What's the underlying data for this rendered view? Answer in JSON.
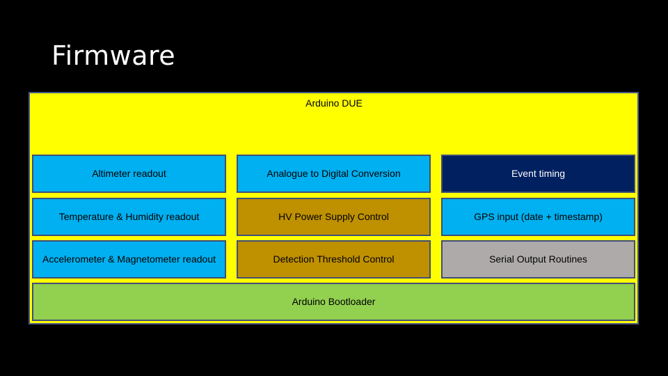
{
  "slide": {
    "title": "Firmware"
  },
  "diagram": {
    "container_label": "Arduino DUE",
    "blocks": {
      "altimeter": "Altimeter readout",
      "adc": "Analogue to Digital Conversion",
      "event_timing": "Event timing",
      "temp_humidity": "Temperature & Humidity readout",
      "hv_power": "HV Power Supply Control",
      "gps": "GPS input (date + timestamp)",
      "accel_mag": "Accelerometer & Magnetometer readout",
      "threshold": "Detection Threshold Control",
      "serial": "Serial Output Routines",
      "bootloader": "Arduino Bootloader"
    },
    "colors": {
      "background": "#000000",
      "container": "#ffff00",
      "light_blue": "#00b0f0",
      "dark_blue": "#002060",
      "dark_gold": "#bf9000",
      "grey": "#aeaaaa",
      "green": "#92d050",
      "border": "#404e78"
    }
  }
}
